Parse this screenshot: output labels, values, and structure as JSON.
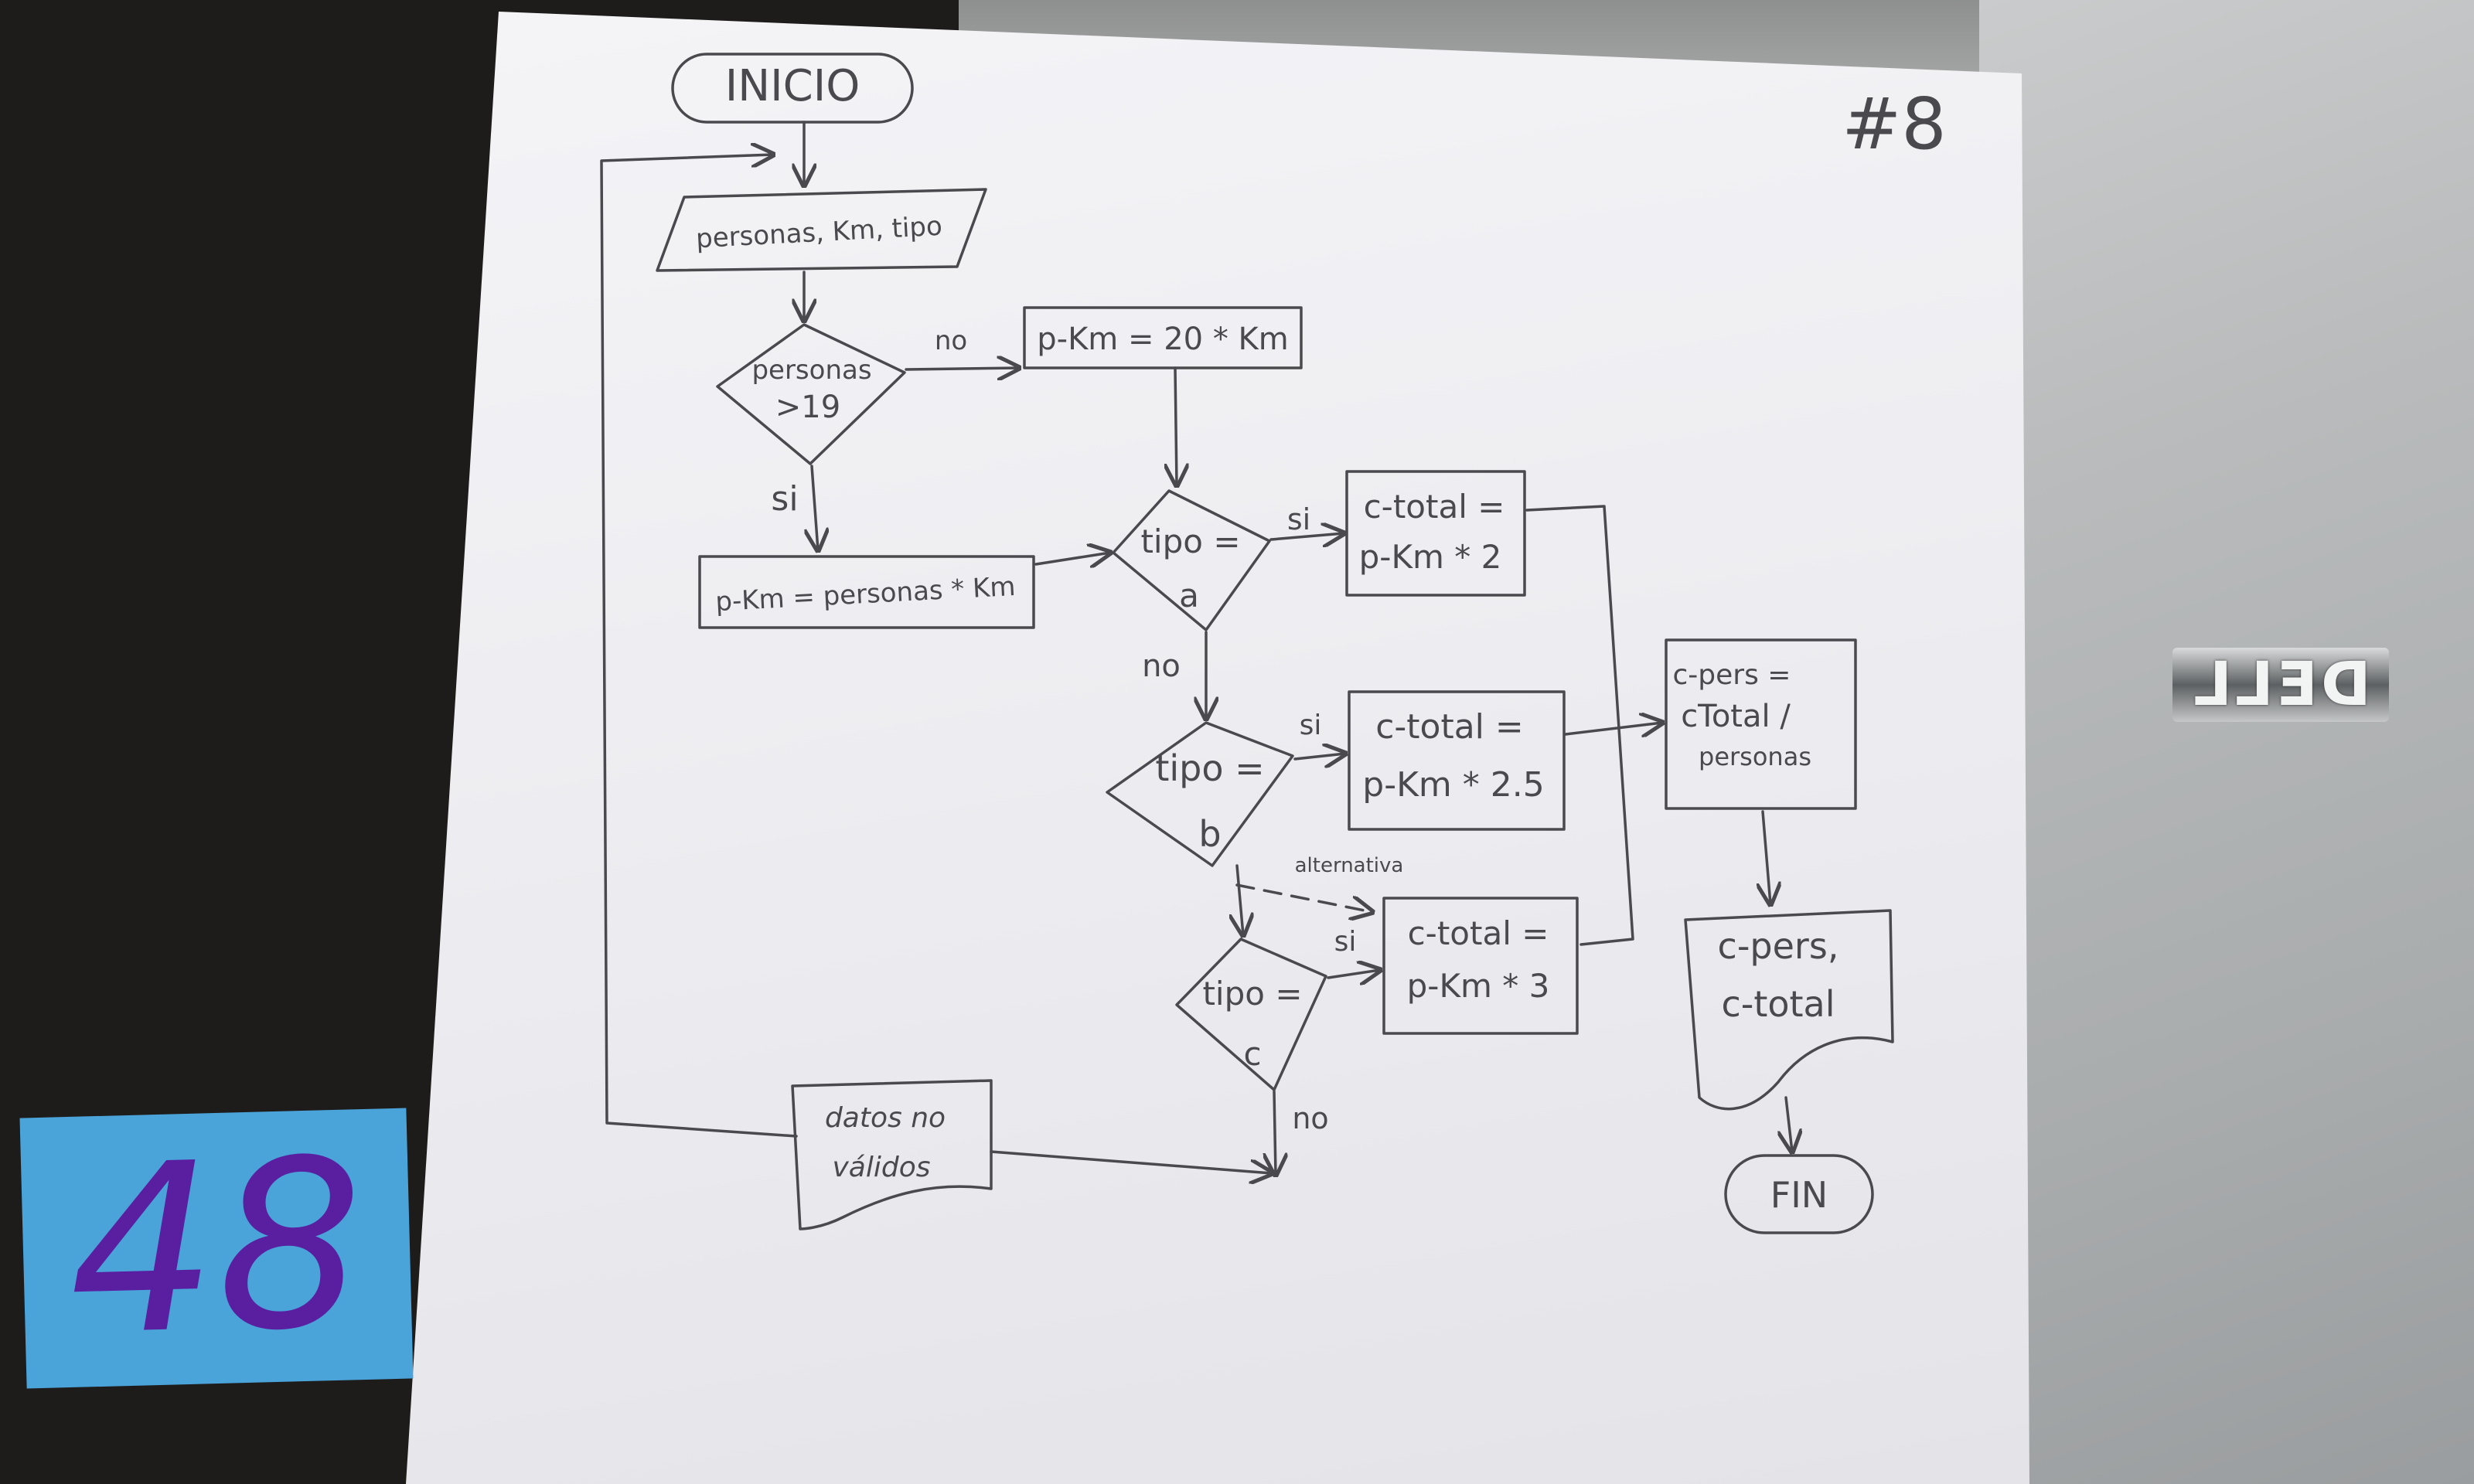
{
  "page": {
    "sheet_number": "#8",
    "sticker_number": "48",
    "brand_logo": "DELL"
  },
  "nodes": {
    "inicio": "INICIO",
    "input": "personas, Km, tipo",
    "decision_personas_line1": "personas",
    "decision_personas_line2": ">19",
    "pkm_20": "p-Km = 20 * Km",
    "pkm_personas": "p-Km = personas * Km",
    "tipo_a_line1": "tipo =",
    "tipo_a_line2": "a",
    "ctotal_2_line1": "c-total =",
    "ctotal_2_line2": "p-Km * 2",
    "tipo_b_line1": "tipo =",
    "tipo_b_line2": "b",
    "ctotal_25_line1": "c-total =",
    "ctotal_25_line2": "p-Km * 2.5",
    "tipo_c_line1": "tipo =",
    "tipo_c_line2": "c",
    "ctotal_3_line1": "c-total =",
    "ctotal_3_line2": "p-Km * 3",
    "cpers_line1": "c-pers =",
    "cpers_line2": "cTotal /",
    "cpers_line3": "personas",
    "output_line1": "c-pers,",
    "output_line2": "c-total",
    "datos_line1": "datos no",
    "datos_line2": "válidos",
    "fin": "FIN"
  },
  "edge_labels": {
    "no_personas": "no",
    "si_personas": "si",
    "si_a": "si",
    "no_a": "no",
    "si_b": "si",
    "alternativa": "alternativa",
    "si_c": "si",
    "no_c": "no"
  },
  "colors": {
    "ink": "#4a4a4e",
    "paper": "#eeeef2",
    "sticker": "#4aa3d9",
    "sticker_ink": "#5a1fa0"
  }
}
